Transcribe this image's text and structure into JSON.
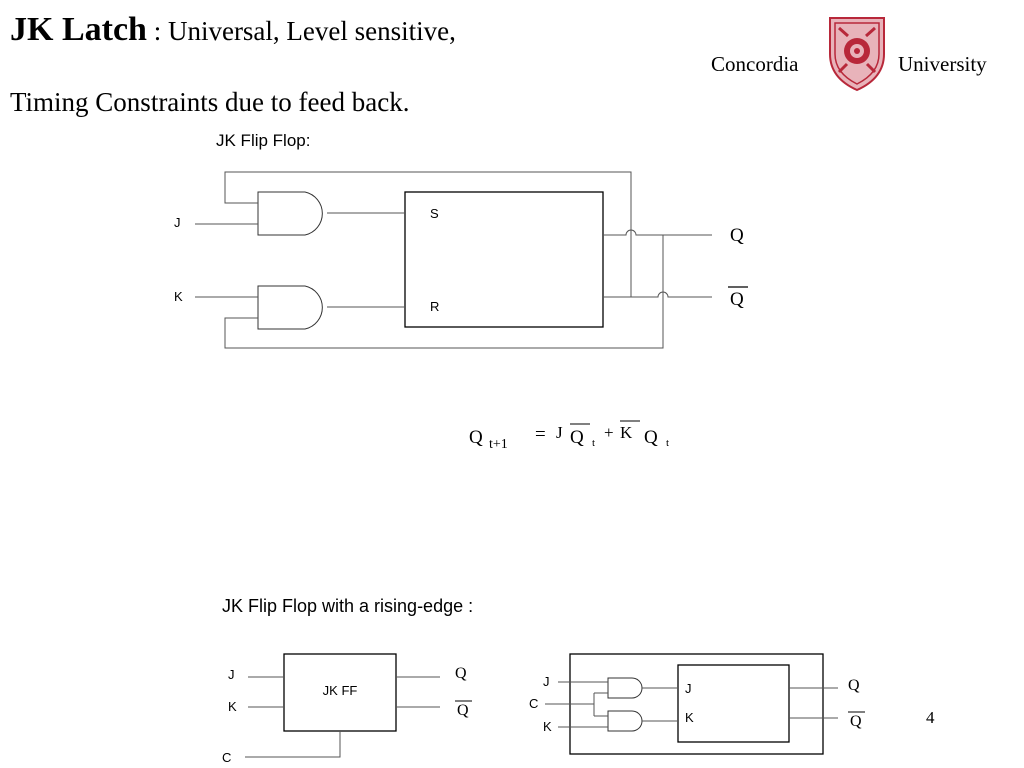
{
  "header": {
    "title_bold": "JK Latch",
    "title_rest": " : Universal, Level  sensitive,",
    "subtitle": "Timing Constraints due to feed back.",
    "university_left": "Concordia",
    "university_right": "University",
    "logo_icon": "university-seal-icon"
  },
  "diagram1": {
    "caption": "JK Flip Flop:",
    "input_j": "J",
    "input_k": "K",
    "port_s": "S",
    "port_r": "R",
    "out_q": "Q",
    "out_qbar": "Q"
  },
  "equation": {
    "lhs": "Q",
    "lhs_sub": "t+1",
    "eq": "=",
    "j": "J",
    "qbar": "Q",
    "qbar_sub": "t",
    "plus": "+",
    "kbar": "K",
    "q": "Q",
    "q_sub": "t"
  },
  "diagram2": {
    "caption": "JK Flip Flop with a rising-edge :",
    "block_label": "JK FF",
    "in_j": "J",
    "in_k": "K",
    "in_c": "C",
    "out_q": "Q",
    "out_qbar": "Q"
  },
  "diagram3": {
    "in_j": "J",
    "in_c": "C",
    "in_k": "K",
    "port_j": "J",
    "port_k": "K",
    "out_q": "Q",
    "out_qbar": "Q"
  },
  "footer": {
    "page_number": "4"
  },
  "colors": {
    "seal_red": "#b8283a",
    "seal_light": "#e8b3ba"
  }
}
